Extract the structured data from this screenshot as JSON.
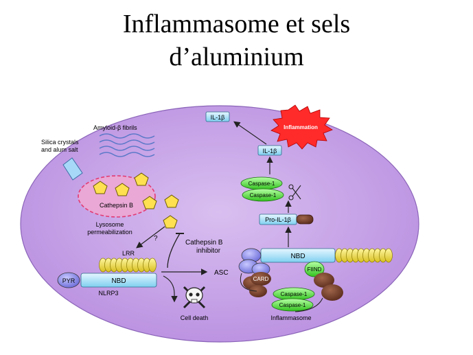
{
  "title": {
    "line1": "Inflammasome et sels",
    "line2": "d’aluminium"
  },
  "diagram": {
    "amyloid": "Amyloid-β fibrils",
    "silica_line1": "Silica crystals",
    "silica_line2": "and alum salt",
    "cathepsin_b": "Cathepsin B",
    "lysosome_line1": "Lysosome",
    "lysosome_line2": "permeabilization",
    "question": "?",
    "inhibitor_line1": "Cathepsin B",
    "inhibitor_line2": "inhibitor",
    "lrr": "LRR",
    "pyr": "PYR",
    "nbd_left": "NBD",
    "nlrp3": "NLRP3",
    "asc": "ASC",
    "cell_death": "Cell death",
    "il1b_top": "IL-1β",
    "il1b_mid": "IL-1β",
    "inflammation": "Inflammation",
    "caspase_top1": "Caspase-1",
    "caspase_top2": "Caspase-1",
    "pro_il1b": "Pro-IL-1β",
    "nbd_right": "NBD",
    "fiind": "FIIND",
    "card": "CARD",
    "caspase_bot1": "Caspase-1",
    "caspase_bot2": "Caspase-1",
    "inflammasome": "Inflammasome"
  }
}
